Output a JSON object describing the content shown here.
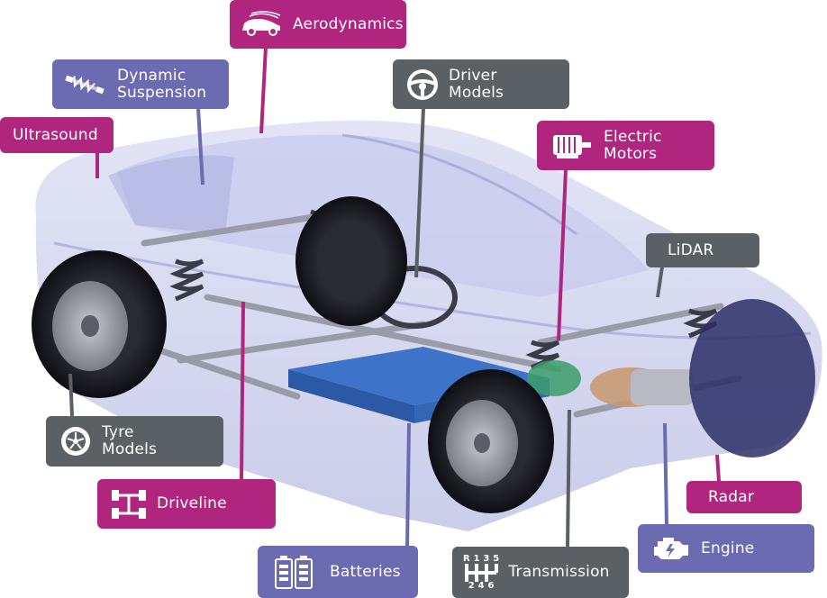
{
  "colors": {
    "category_a": "#b0267e",
    "category_b": "#5a6063",
    "category_c": "#6a6bb0"
  },
  "labels": {
    "aerodynamics": {
      "text": "Aerodynamics",
      "icon": "car-airflow-icon"
    },
    "dynamic_suspension": {
      "text": "Dynamic\nSuspension",
      "icon": "shock-absorber-icon"
    },
    "ultrasound": {
      "text": "Ultrasound"
    },
    "driver_models": {
      "text": "Driver\nModels",
      "icon": "steering-wheel-icon"
    },
    "electric_motors": {
      "text": "Electric\nMotors",
      "icon": "electric-motor-icon"
    },
    "lidar": {
      "text": "LiDAR"
    },
    "tyre_models": {
      "text": "Tyre\nModels",
      "icon": "tyre-icon"
    },
    "driveline": {
      "text": "Driveline",
      "icon": "driveline-icon"
    },
    "radar": {
      "text": "Radar"
    },
    "engine": {
      "text": "Engine",
      "icon": "engine-icon"
    },
    "batteries": {
      "text": "Batteries",
      "icon": "battery-icon"
    },
    "transmission": {
      "text": "Transmission",
      "icon": "gear-shift-icon",
      "gear_top": "R 1 3 5",
      "gear_bottom": "2 4 6"
    }
  }
}
